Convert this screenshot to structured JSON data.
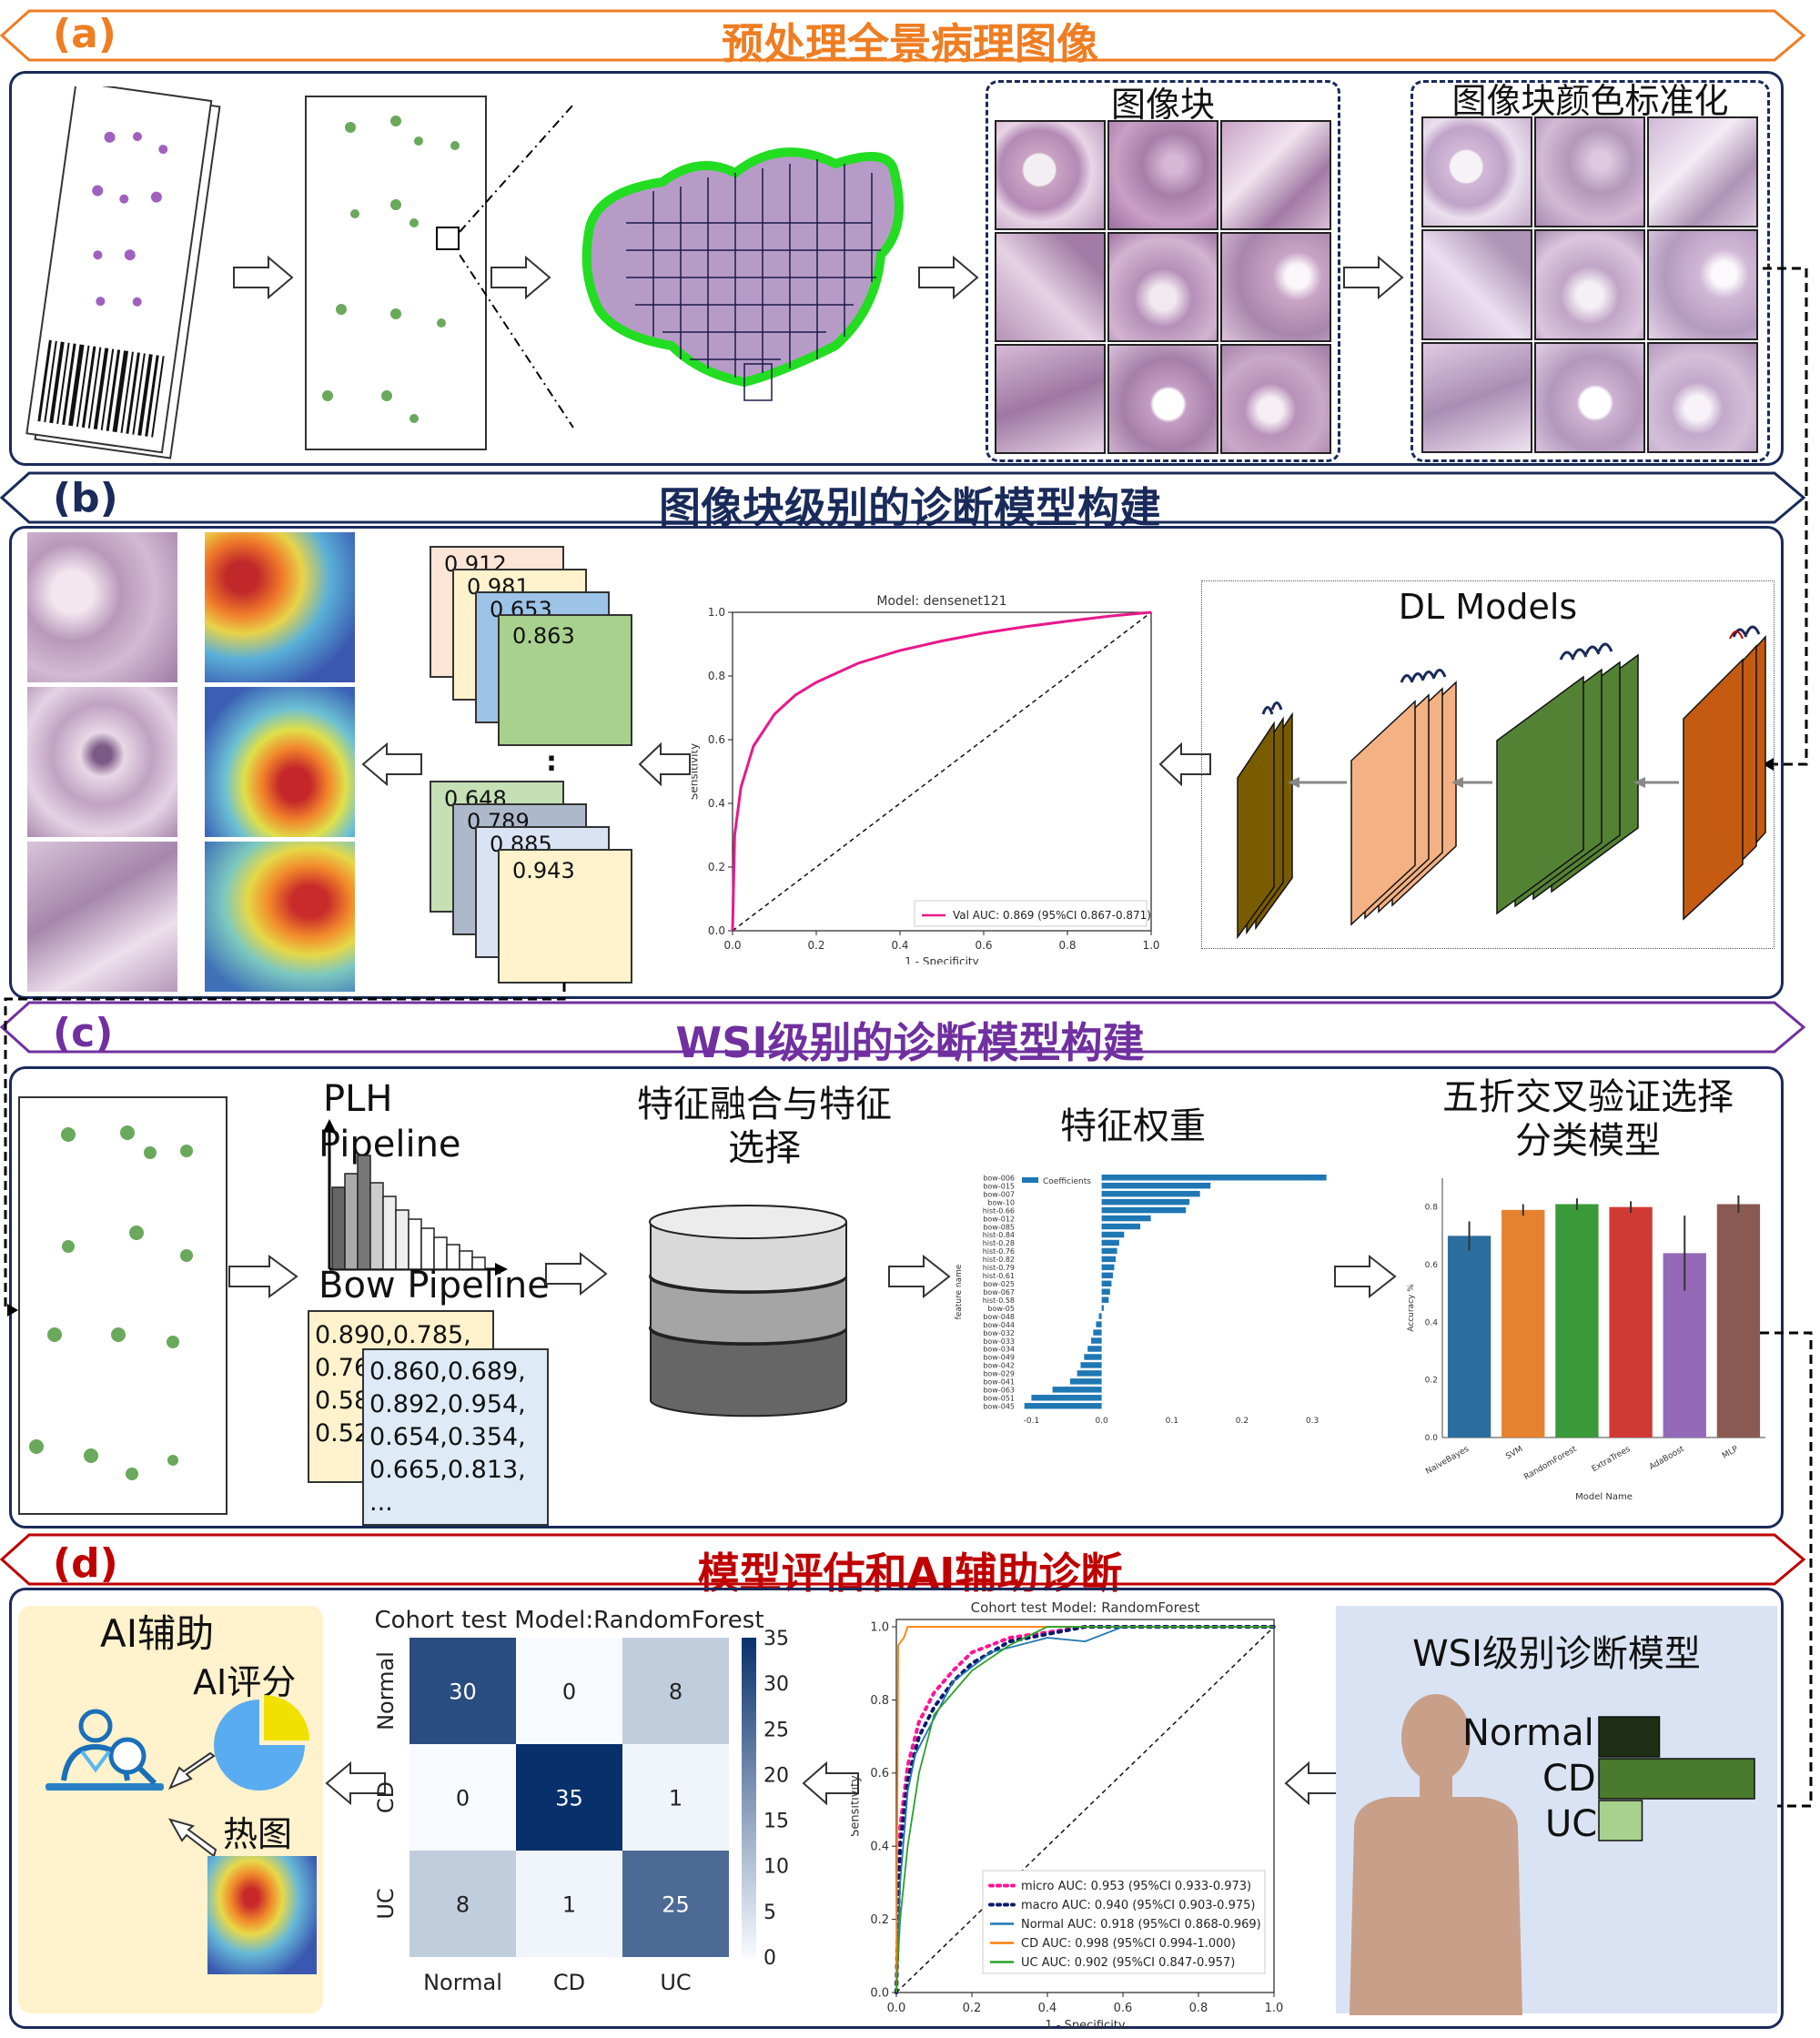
{
  "sections": {
    "a": {
      "label": "(a)",
      "title": "预处理全景病理图像",
      "color": "#ef7d22"
    },
    "b": {
      "label": "(b)",
      "title": "图像块级别的诊断模型构建",
      "color": "#1a2a5a"
    },
    "c": {
      "label": "(c)",
      "title": "WSI级别的诊断模型构建",
      "color": "#7030a0"
    },
    "d": {
      "label": "(d)",
      "title": "模型评估和AI辅助诊断",
      "color": "#c00000"
    }
  },
  "panel_a": {
    "patches_title": "图像块",
    "norm_title": "图像块颜色标准化"
  },
  "panel_b": {
    "scores_top": [
      "0.912",
      "0.981",
      "0.653",
      "0.863"
    ],
    "scores_bottom": [
      "0.648",
      "0.789",
      "0.885",
      "0.943"
    ],
    "ellipsis": ":",
    "dl_models": "DL Models"
  },
  "panel_c": {
    "plh": "PLH",
    "pipeline": "Pipeline",
    "bow": "Bow Pipeline",
    "card1": [
      "0.890,0.785,",
      "0.76",
      "0.58",
      "0.52"
    ],
    "card2": [
      "0.860,0.689,",
      "0.892,0.954,",
      "0.654,0.354,",
      "0.665,0.813,",
      "..."
    ],
    "fusion_line1": "特征融合与特征",
    "fusion_line2": "选择",
    "weights_title": "特征权重",
    "cv_line1": "五折交叉验证选择",
    "cv_line2": "分类模型"
  },
  "panel_d": {
    "ai_assist": "AI辅助",
    "ai_score": "AI评分",
    "heatmap": "热图",
    "wsi_model": "WSI级别诊断模型",
    "classes": [
      "Normal",
      "CD",
      "UC"
    ]
  },
  "colors": {
    "orange": "#ef7d22",
    "navy": "#1a2a5a",
    "purple": "#7030a0",
    "red": "#c00000",
    "roc_pink": "#e8198b",
    "bar_blue": "#1f77b4",
    "heat_dark": "#08306b"
  },
  "chart_data": [
    {
      "type": "line",
      "title": "Model: densenet121",
      "xlabel": "1 - Specificity",
      "ylabel": "Sensitivity",
      "xlim": [
        0,
        1
      ],
      "ylim": [
        0,
        1
      ],
      "xticks": [
        "0.0",
        "0.2",
        "0.4",
        "0.6",
        "0.8",
        "1.0"
      ],
      "yticks": [
        "0.0",
        "0.2",
        "0.4",
        "0.6",
        "0.8",
        "1.0"
      ],
      "legend_position": "bottom-right",
      "series": [
        {
          "name": "Val AUC: 0.869 (95%CI 0.867-0.871)",
          "color": "#e8198b",
          "x": [
            0,
            0.005,
            0.02,
            0.05,
            0.1,
            0.15,
            0.2,
            0.3,
            0.4,
            0.5,
            0.6,
            0.7,
            0.8,
            0.9,
            1.0
          ],
          "y": [
            0,
            0.3,
            0.45,
            0.58,
            0.68,
            0.74,
            0.78,
            0.84,
            0.88,
            0.91,
            0.935,
            0.955,
            0.972,
            0.988,
            1.0
          ]
        }
      ]
    },
    {
      "type": "bar",
      "orientation": "horizontal",
      "xlabel": "",
      "ylabel": "feature name",
      "legend": "Coefficients",
      "legend_position": "top-left",
      "xlim": [
        -0.12,
        0.34
      ],
      "xticks": [
        "-0.1",
        "0.0",
        "0.1",
        "0.2",
        "0.3"
      ],
      "categories": [
        "bow-006",
        "bow-015",
        "bow-007",
        "bow-10",
        "hist-0.66",
        "bow-012",
        "bow-085",
        "hist-0.84",
        "hist-0.28",
        "hist-0.76",
        "hist-0.82",
        "hist-0.79",
        "hist-0.61",
        "bow-025",
        "bow-067",
        "hist-0.58",
        "bow-05",
        "bow-048",
        "bow-044",
        "bow-032",
        "bow-033",
        "bow-034",
        "bow-049",
        "bow-042",
        "bow-029",
        "bow-041",
        "bow-063",
        "bow-051",
        "bow-045"
      ],
      "values": [
        0.32,
        0.155,
        0.14,
        0.125,
        0.12,
        0.07,
        0.055,
        0.032,
        0.025,
        0.022,
        0.02,
        0.018,
        0.016,
        0.014,
        0.012,
        0.01,
        0.003,
        -0.004,
        -0.008,
        -0.012,
        -0.015,
        -0.02,
        -0.025,
        -0.03,
        -0.035,
        -0.045,
        -0.07,
        -0.1,
        -0.11
      ]
    },
    {
      "type": "bar",
      "xlabel": "Model Name",
      "ylabel": "Accuracy %",
      "ylim": [
        0,
        0.9
      ],
      "yticks": [
        "0.0",
        "0.2",
        "0.4",
        "0.6",
        "0.8"
      ],
      "categories": [
        "NaiveBayes",
        "SVM",
        "RandomForest",
        "ExtraTrees",
        "AdaBoost",
        "MLP"
      ],
      "values": [
        0.7,
        0.79,
        0.81,
        0.8,
        0.64,
        0.81
      ],
      "errors": [
        0.05,
        0.02,
        0.02,
        0.02,
        0.13,
        0.03
      ],
      "colors": [
        "#2b6e9e",
        "#e5812f",
        "#3a9a3a",
        "#cf3a34",
        "#9369b8",
        "#8a5a52"
      ]
    },
    {
      "type": "heatmap",
      "title": "Cohort test Model:RandomForest",
      "row_labels": [
        "Normal",
        "CD",
        "UC"
      ],
      "col_labels": [
        "Normal",
        "CD",
        "UC"
      ],
      "values": [
        [
          30,
          0,
          8
        ],
        [
          0,
          35,
          1
        ],
        [
          8,
          1,
          25
        ]
      ],
      "colorbar_ticks": [
        "35",
        "30",
        "25",
        "20",
        "15",
        "10",
        "5",
        "0"
      ],
      "range": [
        0,
        35
      ]
    },
    {
      "type": "line",
      "title": "Cohort test Model: RandomForest",
      "xlabel": "1 - Specificity",
      "ylabel": "Sensitivity",
      "xlim": [
        0,
        1
      ],
      "ylim": [
        0,
        1.02
      ],
      "xticks": [
        "0.0",
        "0.2",
        "0.4",
        "0.6",
        "0.8",
        "1.0"
      ],
      "yticks": [
        "0.0",
        "0.2",
        "0.4",
        "0.6",
        "0.8",
        "1.0"
      ],
      "legend_position": "bottom-right",
      "series": [
        {
          "name": "micro AUC: 0.953 (95%CI 0.933-0.973)",
          "color": "#ff1493",
          "dash": "dot",
          "x": [
            0,
            0.01,
            0.03,
            0.06,
            0.1,
            0.15,
            0.2,
            0.3,
            0.5,
            1.0
          ],
          "y": [
            0,
            0.45,
            0.62,
            0.74,
            0.82,
            0.88,
            0.93,
            0.97,
            1.0,
            1.0
          ]
        },
        {
          "name": "macro AUC: 0.940 (95%CI 0.903-0.975)",
          "color": "#0b1a6e",
          "dash": "dot",
          "x": [
            0,
            0.01,
            0.03,
            0.06,
            0.1,
            0.15,
            0.2,
            0.3,
            0.5,
            1.0
          ],
          "y": [
            0,
            0.4,
            0.58,
            0.7,
            0.78,
            0.85,
            0.9,
            0.96,
            1.0,
            1.0
          ]
        },
        {
          "name": "Normal AUC: 0.918 (95%CI 0.868-0.969)",
          "color": "#1f77b4",
          "x": [
            0,
            0.01,
            0.03,
            0.05,
            0.1,
            0.15,
            0.25,
            0.4,
            0.5,
            0.55,
            0.6,
            1.0
          ],
          "y": [
            0,
            0.3,
            0.55,
            0.65,
            0.75,
            0.85,
            0.93,
            0.97,
            0.96,
            0.98,
            1.0,
            1.0
          ]
        },
        {
          "name": "CD AUC: 0.998 (95%CI 0.994-1.000)",
          "color": "#ff7f0e",
          "x": [
            0,
            0.005,
            0.02,
            0.03,
            0.05,
            1.0
          ],
          "y": [
            0,
            0.95,
            0.97,
            1.0,
            1.0,
            1.0
          ]
        },
        {
          "name": "UC AUC: 0.902 (95%CI 0.847-0.957)",
          "color": "#2ca02c",
          "x": [
            0,
            0.01,
            0.03,
            0.06,
            0.1,
            0.15,
            0.2,
            0.3,
            0.4,
            1.0
          ],
          "y": [
            0,
            0.2,
            0.4,
            0.6,
            0.76,
            0.82,
            0.88,
            0.95,
            1.0,
            1.0
          ]
        }
      ]
    },
    {
      "type": "bar",
      "orientation": "horizontal",
      "categories": [
        "Normal",
        "CD",
        "UC"
      ],
      "values": [
        0.35,
        0.9,
        0.25
      ],
      "colors": [
        "#1e2f16",
        "#4a7a2e",
        "#a9d18e"
      ]
    }
  ]
}
